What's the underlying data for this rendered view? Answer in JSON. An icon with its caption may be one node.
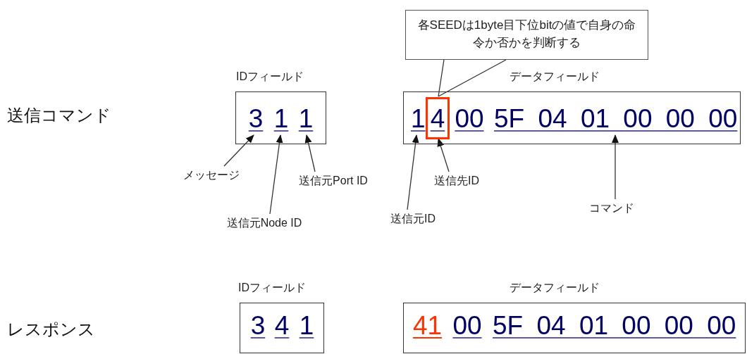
{
  "diagram": {
    "nodes": [
      {
        "text": [
          "IDフィールド"
        ]
      },
      {
        "text": [
          "3"
        ],
        "in": 0
      },
      {
        "text": [
          "1"
        ],
        "in": 0
      },
      {
        "text": [
          "1"
        ],
        "in": 0
      },
      {
        "text": [
          "データフィールド"
        ]
      },
      {
        "text": [
          "1"
        ],
        "in": 4
      },
      {
        "text": [
          "4"
        ],
        "in": 4
      },
      {
        "text": [
          "00"
        ],
        "in": 4
      },
      {
        "text": [
          "5F 04 01 00 00 00"
        ],
        "in": 4
      },
      {
        "text": [
          "各SEEDは1byte目下位bitの値で自身の命令か否かを判断する"
        ]
      },
      {
        "text": [
          "メッセージ"
        ]
      },
      {
        "text": [
          "送信元Node ID"
        ]
      },
      {
        "text": [
          "送信元Port ID"
        ]
      },
      {
        "text": [
          "送信先ID"
        ]
      },
      {
        "text": [
          "送信元ID"
        ]
      },
      {
        "text": [
          "コマンド"
        ]
      },
      {
        "text": [
          "IDフィールド"
        ]
      },
      {
        "text": [
          "3"
        ],
        "in": 16
      },
      {
        "text": [
          "4"
        ],
        "in": 16
      },
      {
        "text": [
          "1"
        ],
        "in": 16
      },
      {
        "text": [
          "データフィールド"
        ]
      },
      {
        "text": [
          "41"
        ],
        "in": 20
      },
      {
        "text": [
          "00"
        ],
        "in": 20
      },
      {
        "text": [
          "5F 04 01 00 00 00"
        ],
        "in": 20
      }
    ],
    "edges": [
      {
        "from": 10,
        "to": 1,
        "arrow": "to"
      },
      {
        "from": 11,
        "to": 2,
        "arrow": "to"
      },
      {
        "from": 12,
        "to": 3,
        "arrow": "to"
      },
      {
        "from": 14,
        "to": 5,
        "arrow": "to"
      },
      {
        "from": 13,
        "to": 6,
        "arrow": "to"
      },
      {
        "from": 15,
        "to": 8,
        "arrow": "to"
      },
      {
        "from": 9,
        "to": 6,
        "arrow": "none"
      }
    ],
    "labels": [
      "送信コマンド",
      "レスポンス"
    ]
  }
}
